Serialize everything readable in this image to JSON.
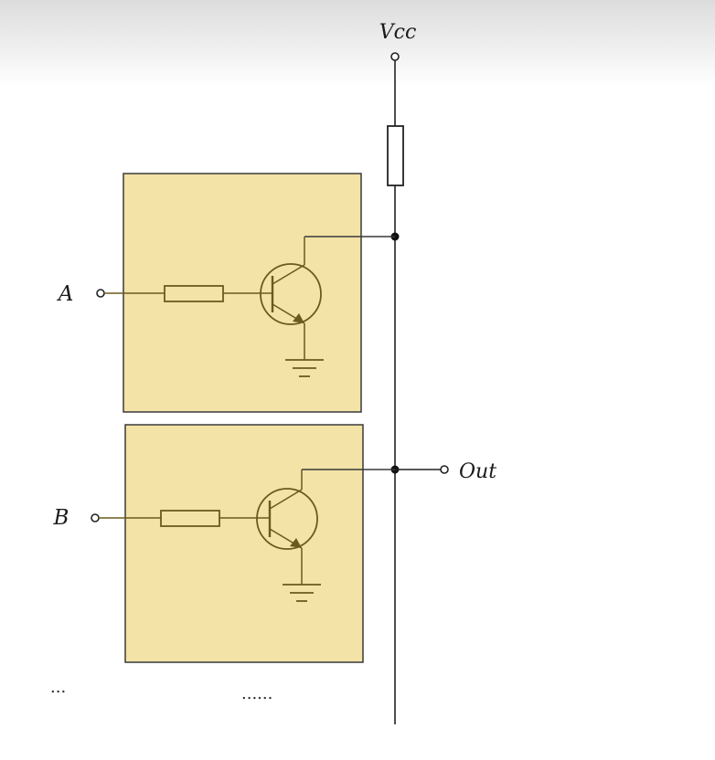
{
  "labels": {
    "vcc": "Vcc",
    "input_a": "A",
    "input_b": "B",
    "output": "Out",
    "more_inputs": "...",
    "more_stages": "......"
  },
  "colors": {
    "stage_fill": "#f3e3a6",
    "component_stroke": "#6b5a1e",
    "wire": "#222222",
    "top_shadow": "#e2e2e2"
  }
}
